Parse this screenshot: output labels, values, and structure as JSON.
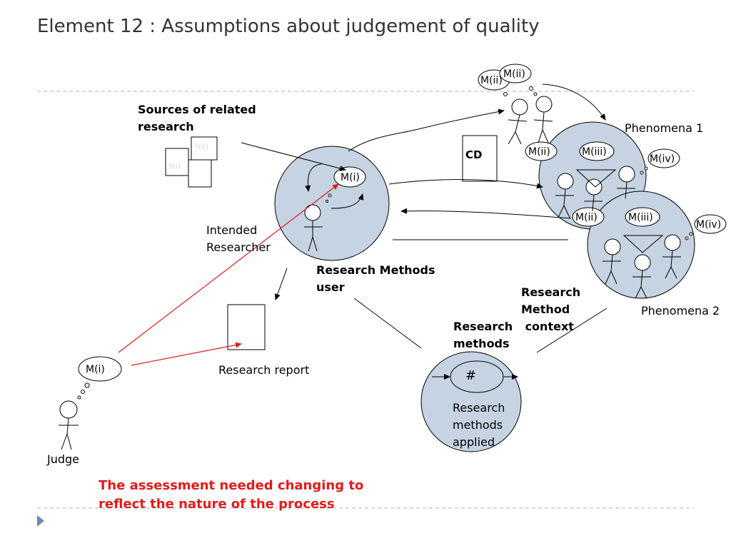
{
  "title": "Element 12 : Assumptions about judgement of quality",
  "labels": {
    "sources": [
      "Sources of related",
      "research"
    ],
    "intended_researcher": [
      "Intended",
      "Researcher"
    ],
    "research_methods_user": [
      "Research Methods",
      "user"
    ],
    "research_method_context": [
      "Research",
      "Method",
      " context"
    ],
    "research_methods": [
      "Research",
      "methods"
    ],
    "research_methods_applied": [
      "Research",
      "methods",
      "applied"
    ],
    "research_report": "Research report",
    "phenomena1": "Phenomena 1",
    "phenomena2": "Phenomena 2",
    "judge": "Judge",
    "cd": "CD",
    "hash": "#",
    "s1": "S(i)",
    "s2": "S(ii)"
  },
  "bubbles": {
    "m_i": "M(i)",
    "m_ii": "M(ii)",
    "m_iii": "M(iii)",
    "m_iv": "M(iv)"
  },
  "footer": [
    "The assessment needed changing to",
    "reflect the nature of the process"
  ],
  "colors": {
    "circle_fill": "#c5d3e2",
    "red_accent": "#e31b1b",
    "divider": "#9db4cc"
  }
}
